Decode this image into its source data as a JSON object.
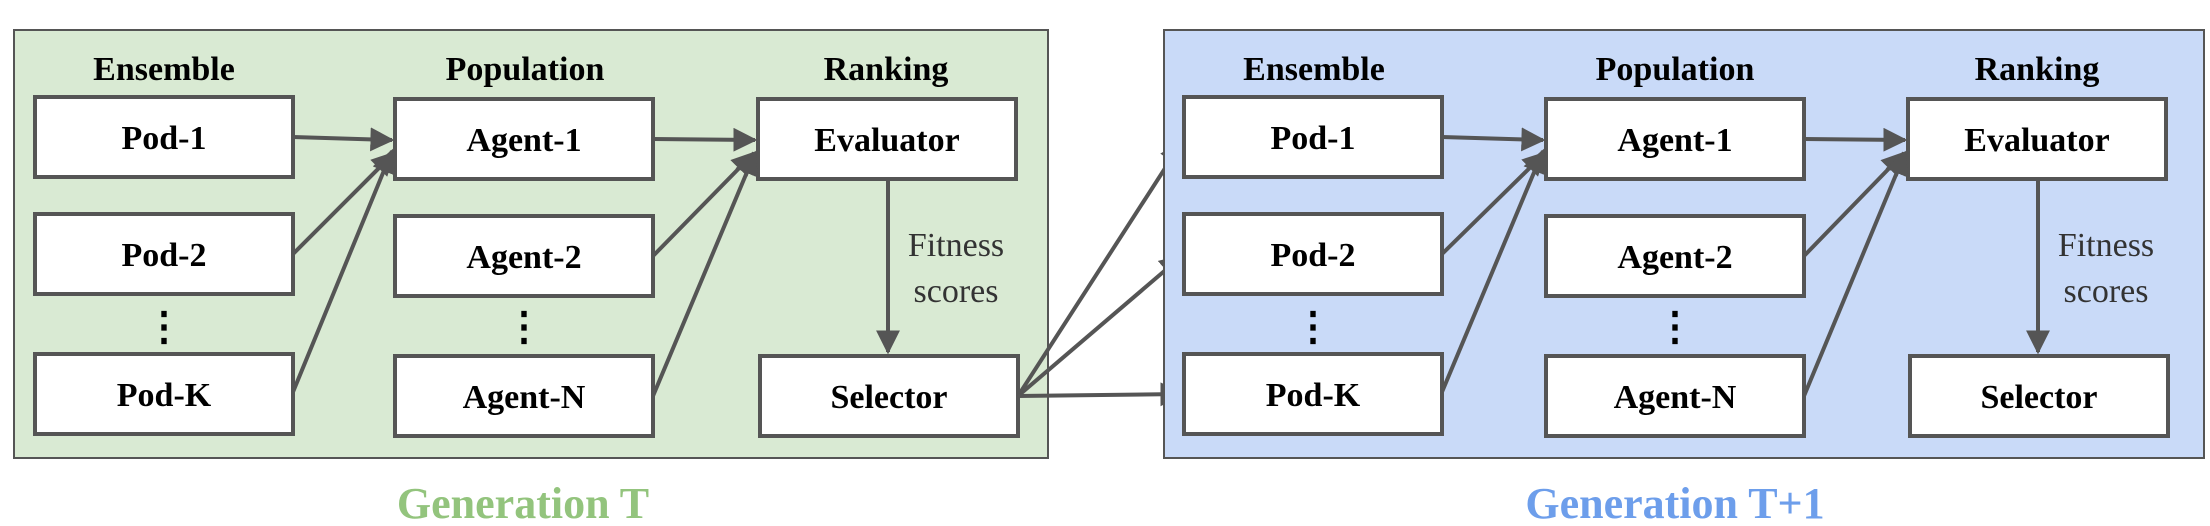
{
  "colors": {
    "generation_t": "#93c47d",
    "generation_t1": "#6d9eeb",
    "panel_t_fill": "#d9ead3",
    "panel_t1_fill": "#c9daf8",
    "stroke": "#555555"
  },
  "generations": [
    {
      "label": "Generation T",
      "headers": {
        "ensemble": "Ensemble",
        "population": "Population",
        "ranking": "Ranking"
      },
      "pods": [
        "Pod-1",
        "Pod-2",
        "Pod-K"
      ],
      "agents": [
        "Agent-1",
        "Agent-2",
        "Agent-N"
      ],
      "evaluator": "Evaluator",
      "selector": "Selector",
      "fitness_label": [
        "Fitness",
        "scores"
      ],
      "ellipsis": "⋮"
    },
    {
      "label": "Generation T+1",
      "headers": {
        "ensemble": "Ensemble",
        "population": "Population",
        "ranking": "Ranking"
      },
      "pods": [
        "Pod-1",
        "Pod-2",
        "Pod-K"
      ],
      "agents": [
        "Agent-1",
        "Agent-2",
        "Agent-N"
      ],
      "evaluator": "Evaluator",
      "selector": "Selector",
      "fitness_label": [
        "Fitness",
        "scores"
      ],
      "ellipsis": "⋮"
    }
  ]
}
